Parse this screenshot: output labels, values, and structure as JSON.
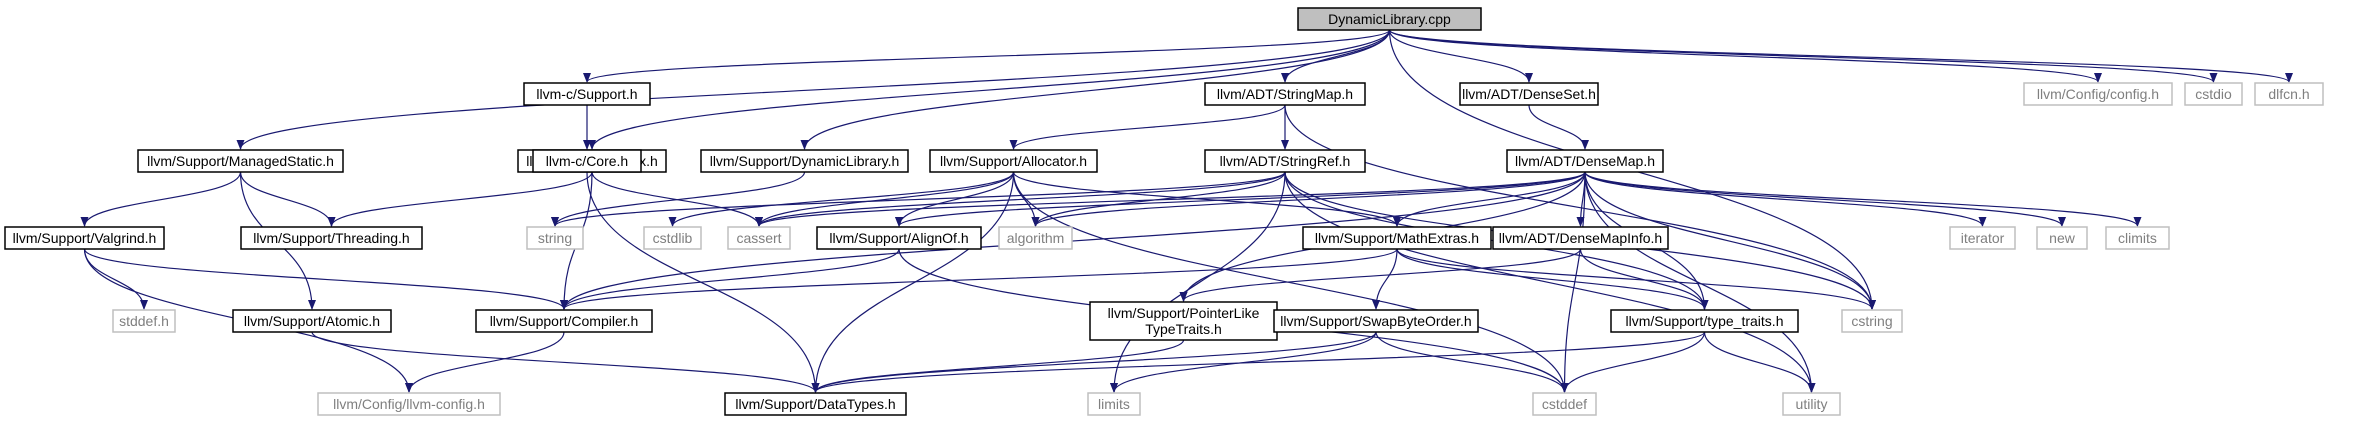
{
  "colors": {
    "edge": "#191970",
    "root_fill": "#bfbfbf",
    "root_border": "#000000",
    "node_border": "#000000",
    "ext_border": "#bfbfbf",
    "ext_text": "#7f7f7f",
    "text": "#000000"
  },
  "nodes": [
    {
      "id": "root",
      "label": "DynamicLibrary.cpp",
      "kind": "root"
    },
    {
      "id": "managedstatic",
      "label": "llvm/Support/ManagedStatic.h",
      "kind": "internal"
    },
    {
      "id": "csupport",
      "label": "llvm-c/Support.h",
      "kind": "internal"
    },
    {
      "id": "mutex",
      "label": "llvm/Support/Mutex.h",
      "kind": "internal"
    },
    {
      "id": "dynlib",
      "label": "llvm/Support/DynamicLibrary.h",
      "kind": "internal"
    },
    {
      "id": "stringmap",
      "label": "llvm/ADT/StringMap.h",
      "kind": "internal"
    },
    {
      "id": "denseset",
      "label": "llvm/ADT/DenseSet.h",
      "kind": "internal"
    },
    {
      "id": "config",
      "label": "llvm/Config/config.h",
      "kind": "external"
    },
    {
      "id": "cstdio",
      "label": "cstdio",
      "kind": "external"
    },
    {
      "id": "dlfcn",
      "label": "dlfcn.h",
      "kind": "external"
    },
    {
      "id": "valgrind",
      "label": "llvm/Support/Valgrind.h",
      "kind": "internal"
    },
    {
      "id": "threading",
      "label": "llvm/Support/Threading.h",
      "kind": "internal"
    },
    {
      "id": "atomic",
      "label": "llvm/Support/Atomic.h",
      "kind": "internal"
    },
    {
      "id": "stddef",
      "label": "stddef.h",
      "kind": "external"
    },
    {
      "id": "compiler",
      "label": "llvm/Support/Compiler.h",
      "kind": "internal"
    },
    {
      "id": "llvmconfig",
      "label": "llvm/Config/llvm-config.h",
      "kind": "external"
    },
    {
      "id": "ccore",
      "label": "llvm-c/Core.h",
      "kind": "internal"
    },
    {
      "id": "datatypes",
      "label": "llvm/Support/DataTypes.h",
      "kind": "internal"
    },
    {
      "id": "string",
      "label": "string",
      "kind": "external"
    },
    {
      "id": "allocator",
      "label": "llvm/Support/Allocator.h",
      "kind": "internal"
    },
    {
      "id": "stringref",
      "label": "llvm/ADT/StringRef.h",
      "kind": "internal"
    },
    {
      "id": "densemap",
      "label": "llvm/ADT/DenseMap.h",
      "kind": "internal"
    },
    {
      "id": "cstdlib",
      "label": "cstdlib",
      "kind": "external"
    },
    {
      "id": "cassert",
      "label": "cassert",
      "kind": "external"
    },
    {
      "id": "alignof",
      "label": "llvm/Support/AlignOf.h",
      "kind": "internal"
    },
    {
      "id": "algorithm",
      "label": "algorithm",
      "kind": "external"
    },
    {
      "id": "mathextras",
      "label": "llvm/Support/MathExtras.h",
      "kind": "internal"
    },
    {
      "id": "densemapinfo",
      "label": "llvm/ADT/DenseMapInfo.h",
      "kind": "internal"
    },
    {
      "id": "iterator",
      "label": "iterator",
      "kind": "external"
    },
    {
      "id": "new",
      "label": "new",
      "kind": "external"
    },
    {
      "id": "climits",
      "label": "climits",
      "kind": "external"
    },
    {
      "id": "pointerlike",
      "label": "llvm/Support/PointerLike\nTypeTraits.h",
      "kind": "internal"
    },
    {
      "id": "swapbyteorder",
      "label": "llvm/Support/SwapByteOrder.h",
      "kind": "internal"
    },
    {
      "id": "typetraits",
      "label": "llvm/Support/type_traits.h",
      "kind": "internal"
    },
    {
      "id": "cstring",
      "label": "cstring",
      "kind": "external"
    },
    {
      "id": "limits",
      "label": "limits",
      "kind": "external"
    },
    {
      "id": "cstddef",
      "label": "cstddef",
      "kind": "external"
    },
    {
      "id": "utility",
      "label": "utility",
      "kind": "external"
    }
  ],
  "edges": [
    [
      "root",
      "managedstatic"
    ],
    [
      "root",
      "csupport"
    ],
    [
      "root",
      "mutex"
    ],
    [
      "root",
      "dynlib"
    ],
    [
      "root",
      "stringmap"
    ],
    [
      "root",
      "denseset"
    ],
    [
      "root",
      "config"
    ],
    [
      "root",
      "cstdio"
    ],
    [
      "root",
      "dlfcn"
    ],
    [
      "root",
      "cstring"
    ],
    [
      "managedstatic",
      "valgrind"
    ],
    [
      "managedstatic",
      "threading"
    ],
    [
      "managedstatic",
      "atomic"
    ],
    [
      "valgrind",
      "stddef"
    ],
    [
      "valgrind",
      "compiler"
    ],
    [
      "valgrind",
      "llvmconfig"
    ],
    [
      "compiler",
      "llvmconfig"
    ],
    [
      "atomic",
      "datatypes"
    ],
    [
      "csupport",
      "ccore"
    ],
    [
      "ccore",
      "datatypes"
    ],
    [
      "mutex",
      "threading"
    ],
    [
      "mutex",
      "compiler"
    ],
    [
      "mutex",
      "cassert"
    ],
    [
      "dynlib",
      "string"
    ],
    [
      "stringmap",
      "allocator"
    ],
    [
      "stringmap",
      "stringref"
    ],
    [
      "stringmap",
      "cstring"
    ],
    [
      "allocator",
      "alignof"
    ],
    [
      "allocator",
      "datatypes"
    ],
    [
      "allocator",
      "mathextras"
    ],
    [
      "allocator",
      "cassert"
    ],
    [
      "allocator",
      "cstdlib"
    ],
    [
      "allocator",
      "algorithm"
    ],
    [
      "allocator",
      "cstddef"
    ],
    [
      "stringref",
      "string"
    ],
    [
      "stringref",
      "cassert"
    ],
    [
      "stringref",
      "algorithm"
    ],
    [
      "stringref",
      "typetraits"
    ],
    [
      "stringref",
      "cstring"
    ],
    [
      "stringref",
      "limits"
    ],
    [
      "stringref",
      "utility"
    ],
    [
      "denseset",
      "densemap"
    ],
    [
      "densemap",
      "compiler"
    ],
    [
      "densemap",
      "alignof"
    ],
    [
      "densemap",
      "mathextras"
    ],
    [
      "densemap",
      "densemapinfo"
    ],
    [
      "densemap",
      "pointerlike"
    ],
    [
      "densemap",
      "typetraits"
    ],
    [
      "densemap",
      "cassert"
    ],
    [
      "densemap",
      "algorithm"
    ],
    [
      "densemap",
      "cstddef"
    ],
    [
      "densemap",
      "cstring"
    ],
    [
      "densemap",
      "iterator"
    ],
    [
      "densemap",
      "new"
    ],
    [
      "densemap",
      "climits"
    ],
    [
      "densemap",
      "utility"
    ],
    [
      "alignof",
      "compiler"
    ],
    [
      "alignof",
      "cstddef"
    ],
    [
      "mathextras",
      "compiler"
    ],
    [
      "mathextras",
      "swapbyteorder"
    ],
    [
      "mathextras",
      "typetraits"
    ],
    [
      "mathextras",
      "cstring"
    ],
    [
      "densemapinfo",
      "pointerlike"
    ],
    [
      "densemapinfo",
      "typetraits"
    ],
    [
      "pointerlike",
      "datatypes"
    ],
    [
      "swapbyteorder",
      "datatypes"
    ],
    [
      "swapbyteorder",
      "cstddef"
    ],
    [
      "swapbyteorder",
      "limits"
    ],
    [
      "typetraits",
      "datatypes"
    ],
    [
      "typetraits",
      "cstddef"
    ],
    [
      "typetraits",
      "utility"
    ]
  ]
}
